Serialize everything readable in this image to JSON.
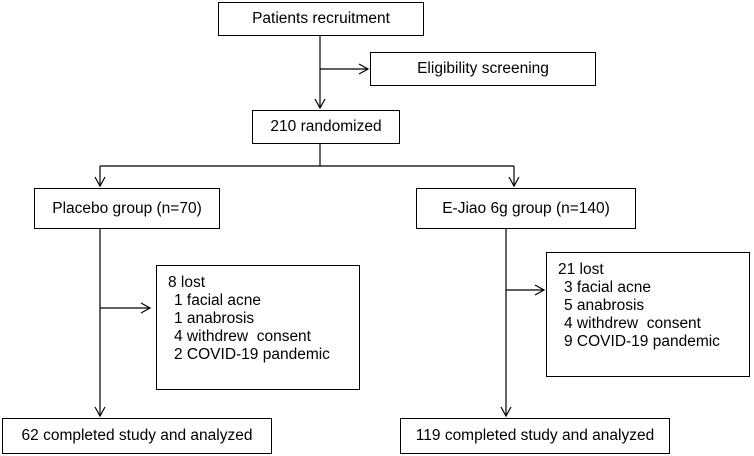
{
  "recruitment": "Patients recruitment",
  "screening": "Eligibility screening",
  "randomized": "210 randomized",
  "placebo": {
    "group": "Placebo group (n=70)",
    "lost_title": "8 lost",
    "lost_reasons": [
      "1 facial acne",
      "1 anabrosis",
      "4 withdrew  consent",
      "2 COVID-19 pandemic"
    ],
    "completed": "62 completed study and analyzed"
  },
  "ejiao": {
    "group": "E-Jiao 6g group (n=140)",
    "lost_title": "21 lost",
    "lost_reasons": [
      "3 facial acne",
      "5 anabrosis",
      "4 withdrew  consent",
      "9 COVID-19 pandemic"
    ],
    "completed": "119 completed study and analyzed"
  }
}
